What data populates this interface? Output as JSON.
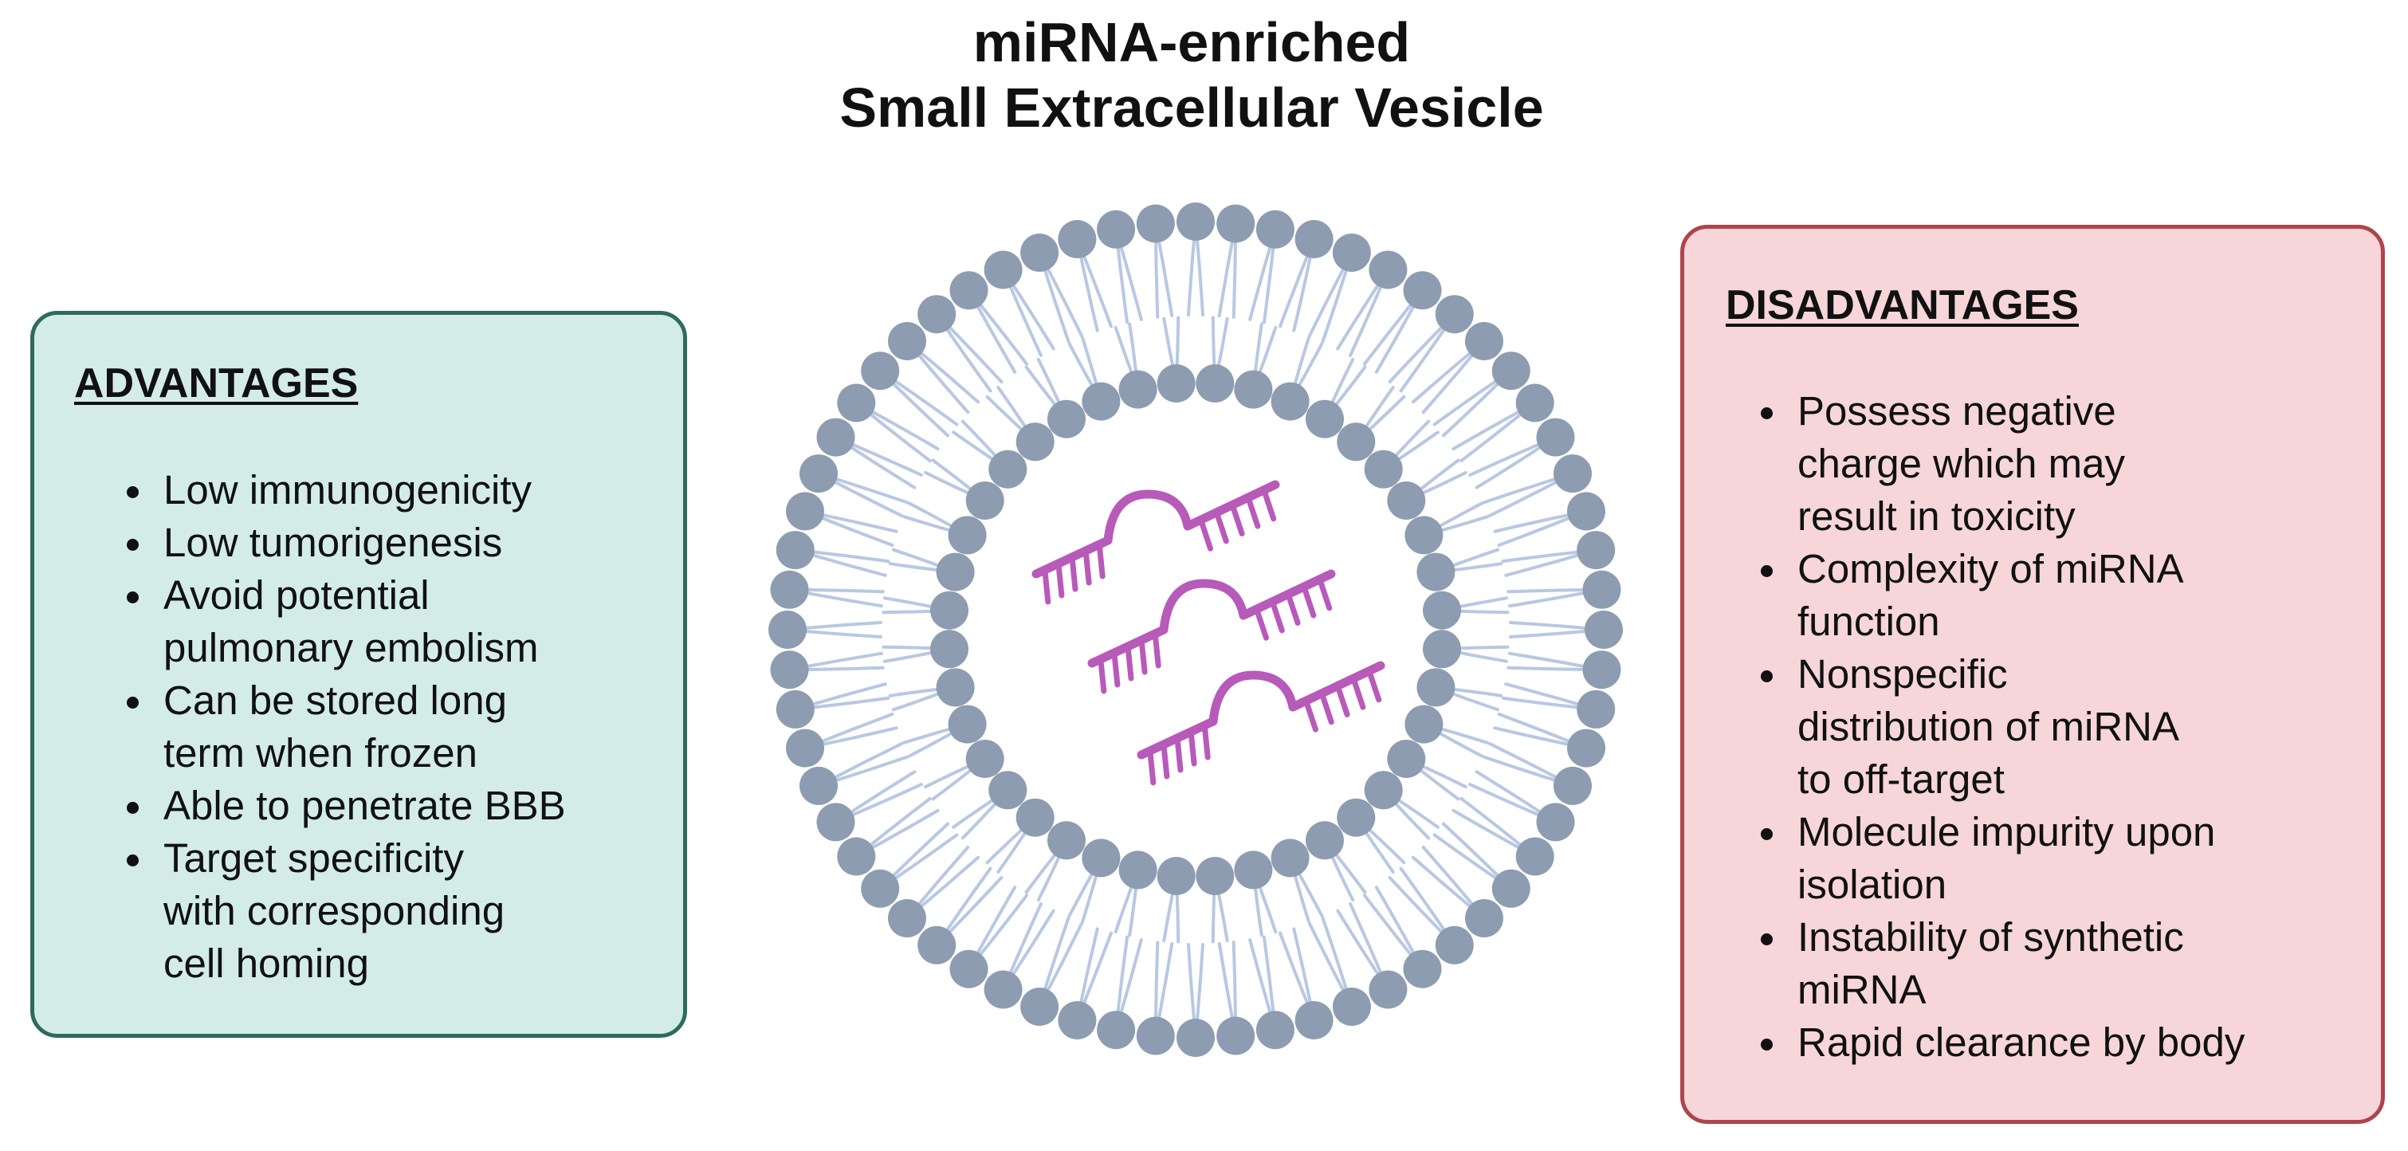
{
  "title": {
    "line1": "miRNA-enriched",
    "line2": "Small Extracellular Vesicle"
  },
  "advantages": {
    "heading": "ADVANTAGES",
    "items": [
      "Low immunogenicity",
      "Low tumorigenesis",
      "Avoid potential\npulmonary embolism",
      "Can be stored long\nterm when frozen",
      "Able to penetrate BBB",
      "Target specificity\nwith corresponding\ncell homing"
    ]
  },
  "disadvantages": {
    "heading": "DISADVANTAGES",
    "items": [
      "Possess negative\ncharge which may\nresult in toxicity",
      "Complexity of miRNA\nfunction",
      "Nonspecific\ndistribution of miRNA\nto off-target",
      "Molecule impurity upon\nisolation",
      "Instability of synthetic\nmiRNA",
      "Rapid clearance by body"
    ]
  },
  "diagram": {
    "outer_headgroups": 64,
    "inner_headgroups": 40,
    "mirna_strands": 3,
    "colors": {
      "headgroup": "#8d9cb0",
      "tail": "#b8c8e2",
      "mirna": "#b85ab9",
      "advantages_fill": "#d3ece8",
      "advantages_border": "#2e6b5b",
      "disadvantages_fill": "#f6d6d8",
      "disadvantages_border": "#b0434c"
    }
  }
}
